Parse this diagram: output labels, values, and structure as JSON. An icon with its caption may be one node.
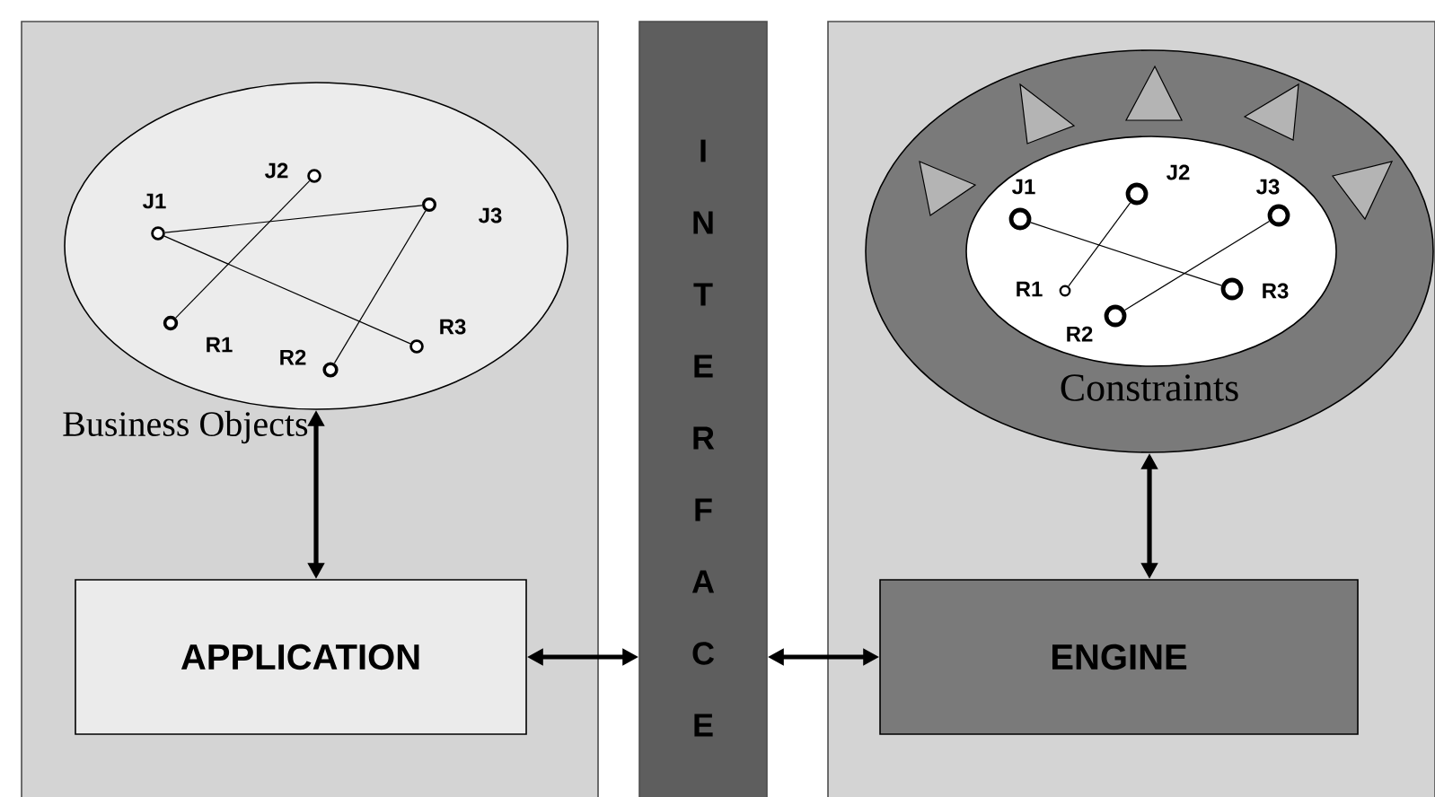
{
  "diagram": {
    "nodes": [
      {
        "text": [],
        "shape": "box"
      },
      {
        "text": [
          "Business Objects"
        ],
        "in": 0
      },
      {
        "text": [
          "J1"
        ],
        "in": 1
      },
      {
        "text": [
          "J2"
        ],
        "in": 1
      },
      {
        "text": [
          "J3"
        ],
        "in": 1
      },
      {
        "text": [
          "R1"
        ],
        "in": 1
      },
      {
        "text": [
          "R2"
        ],
        "in": 1
      },
      {
        "text": [
          "R3"
        ],
        "in": 1
      },
      {
        "text": [
          "APPLICATION"
        ],
        "in": 0
      },
      {
        "text": [
          "I N T E R F A C E"
        ]
      },
      {
        "text": [],
        "shape": "box"
      },
      {
        "text": [
          "Constraints"
        ],
        "in": 10
      },
      {
        "text": [
          "J1"
        ],
        "in": 11
      },
      {
        "text": [
          "J2"
        ],
        "in": 11
      },
      {
        "text": [
          "J3"
        ],
        "in": 11
      },
      {
        "text": [
          "R1"
        ],
        "in": 11
      },
      {
        "text": [
          "R2"
        ],
        "in": 11
      },
      {
        "text": [
          "R3"
        ],
        "in": 11
      },
      {
        "text": [
          "ENGINE"
        ],
        "in": 10
      }
    ],
    "edges": [
      {
        "from": 2,
        "to": 4,
        "arrow": "none"
      },
      {
        "from": 2,
        "to": 7,
        "arrow": "none"
      },
      {
        "from": 3,
        "to": 5,
        "arrow": "none"
      },
      {
        "from": 4,
        "to": 6,
        "arrow": "none"
      },
      {
        "from": 12,
        "to": 17,
        "arrow": "none"
      },
      {
        "from": 13,
        "to": 15,
        "arrow": "none"
      },
      {
        "from": 14,
        "to": 16,
        "arrow": "none"
      },
      {
        "from": 1,
        "to": 8,
        "arrow": "both",
        "style": "thick"
      },
      {
        "from": 11,
        "to": 18,
        "arrow": "both",
        "style": "thick"
      },
      {
        "from": 8,
        "to": 9,
        "arrow": "both",
        "style": "thick"
      },
      {
        "from": 9,
        "to": 18,
        "arrow": "both",
        "style": "thick"
      }
    ]
  }
}
